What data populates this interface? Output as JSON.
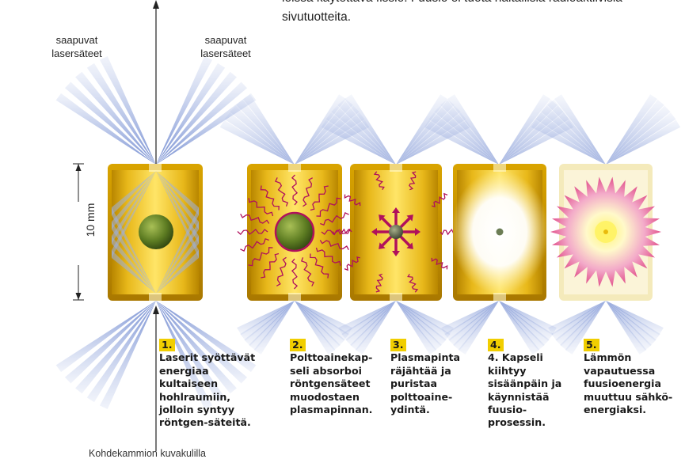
{
  "intro_text": "loissa käytettävä fissio. Fuusio ei tuota haitallisia radioaktiivisia sivutuotteita.",
  "beam_label_left": "saapuvat lasersäteet",
  "beam_label_right": "saapuvat lasersäteet",
  "dimension_label": "10 mm",
  "footer_text": "Kohdekammion kuvakulilla",
  "steps": [
    {
      "number": "1.",
      "text": "Laserit syöttävät energiaa kultaiseen hohlraumiin, jolloin syntyy röntgen-säteitä."
    },
    {
      "number": "2.",
      "text": "Polttoainekap-seli absorboi röntgensäteet muodostaen plasmapinnan."
    },
    {
      "number": "3.",
      "text": "Plasmapinta räjähtää ja puristaa polttoaine-ydintä."
    },
    {
      "number": "4.",
      "text": "4. Kapseli kiihtyy sisäänpäin ja käynnistää fuusio-prosessin."
    },
    {
      "number": "5.",
      "text": "Lämmön vapautuessa fuusioenergia muuttuu sähkö-energiaksi."
    }
  ],
  "colors": {
    "gold_dark": "#b88600",
    "gold_light": "#ffe567",
    "beam_blue": "#5a78c8",
    "wave_magenta": "#b0105c",
    "capsule_green": "#5d7c22",
    "burst_pink": "#e4508a",
    "highlight_yellow": "#f1ce00"
  }
}
